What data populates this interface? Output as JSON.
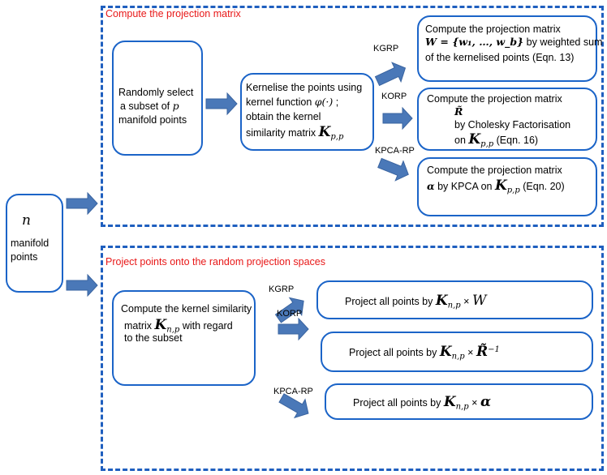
{
  "colors": {
    "panel_border": "#1f5fbf",
    "box_border": "#1b64c8",
    "title": "#e81818",
    "arrow": "#4a78b8"
  },
  "left_box": {
    "var": "n",
    "line1": "manifold",
    "line2": "points"
  },
  "top_panel": {
    "title": "Compute the projection matrix",
    "box1": {
      "l1": "Randomly select",
      "l2a": "a subset of",
      "l2var": "p",
      "l3": "manifold points"
    },
    "box2": {
      "l1": "Kernelise the points using",
      "l2": "kernel function",
      "l2fn": "φ(·)",
      "l2b": ";",
      "l3": "obtain the kernel",
      "l4": "similarity matrix",
      "l4var": "K",
      "l4sub": "p,p"
    },
    "kgrp_label": "KGRP",
    "korp_label": "KORP",
    "kpcarp_label": "KPCA-RP",
    "box_kgrp": {
      "l1": "Compute the projection matrix",
      "l2var": "W = {w₁, …, w_b}",
      "l2b": "by weighted sum",
      "l3": "of the kernelised points (Eqn. 13)"
    },
    "box_korp": {
      "l1": "Compute the projection matrix",
      "l2var": "R̃",
      "l3a": "by Cholesky Factorisation",
      "l4a": "on",
      "l4var": "K",
      "l4sub": "p,p",
      "l4b": "(Eqn. 16)"
    },
    "box_kpca": {
      "l1": "Compute the projection matrix",
      "l2var": "α",
      "l2a": "by KPCA on",
      "l2var2": "K",
      "l2sub": "p,p",
      "l2b": "(Eqn. 20)"
    }
  },
  "bottom_panel": {
    "title": "Project points onto the random projection spaces",
    "box1": {
      "l1": "Compute the  kernel similarity",
      "l2a": "matrix",
      "l2var": "K",
      "l2sub": "n,p",
      "l2b": "with regard",
      "l3": "to the subset"
    },
    "kgrp_label": "KGRP",
    "korp_label": "KORP",
    "kpcarp_label": "KPCA-RP",
    "proj1": {
      "text": "Project all points by",
      "var": "K",
      "sub": "n,p",
      "op": "×",
      "mat": "W"
    },
    "proj2": {
      "text": "Project all points by",
      "var": "K",
      "sub": "n,p",
      "op": "×",
      "mat": "R̃",
      "sup": "−1"
    },
    "proj3": {
      "text": "Project all points by",
      "var": "K",
      "sub": "n,p",
      "op": "×",
      "mat": "α"
    }
  }
}
